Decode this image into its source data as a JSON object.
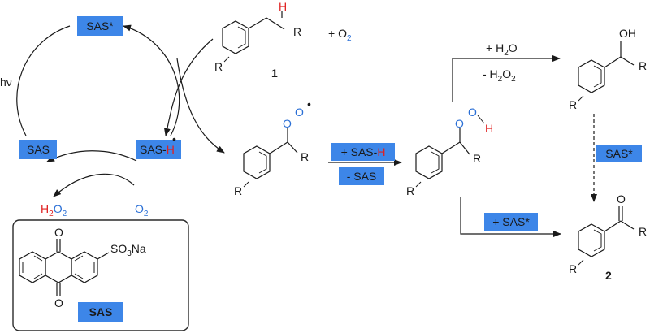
{
  "cycle": {
    "sas_star": "SAS*",
    "sas": "SAS",
    "sas_h_prefix": "SAS-",
    "sas_h_suffix": "H",
    "radical_dot": "•",
    "hv": "hν",
    "o2_prefix": "O",
    "o2_sub": "2",
    "h2o2": {
      "h": "H",
      "sub1": "2",
      "o": "O",
      "sub2": "2"
    }
  },
  "substrate": {
    "plus": "+ O",
    "o2_sub": "2",
    "label": "1",
    "h_label": "H",
    "r_label": "R",
    "ring_r": "R"
  },
  "peroxy_radical": {
    "o1": "O",
    "o2": "O",
    "dot": "•",
    "r_label": "R",
    "ring_r": "R"
  },
  "step1": {
    "top_prefix": "+ SAS-",
    "top_suffix": "H",
    "bottom": "- SAS"
  },
  "hydroperoxide": {
    "o1": "O",
    "o2": "O",
    "h": "H",
    "r_label": "R",
    "ring_r": "R"
  },
  "alcohol_step": {
    "top_prefix": "+ H",
    "top_sub": "2",
    "top_suffix": "O",
    "bottom_prefix": "- H",
    "bottom_sub1": "2",
    "bottom_mid": "O",
    "bottom_sub2": "2"
  },
  "alcohol": {
    "oh": "OH",
    "r_label": "R",
    "ring_r": "R"
  },
  "dashed_step": "SAS*",
  "ketone_step": "+ SAS*",
  "ketone": {
    "o": "O",
    "r_label": "R",
    "ring_r": "R",
    "label": "2"
  },
  "sas_structure": {
    "o_top": "O",
    "o_bottom": "O",
    "so3na": {
      "so": "SO",
      "sub": "3",
      "na": "Na"
    },
    "label": "SAS"
  }
}
